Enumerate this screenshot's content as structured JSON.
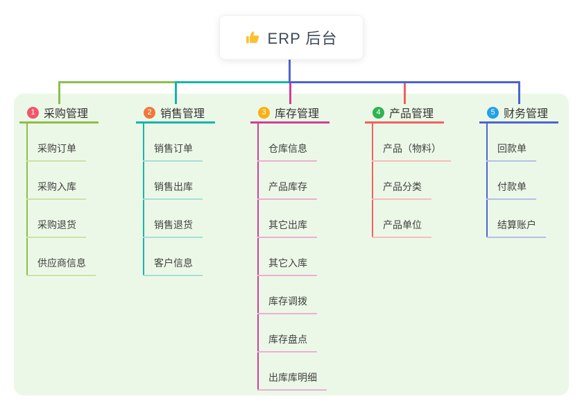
{
  "root": {
    "label": "ERP 后台",
    "icon": "thumbs-up"
  },
  "colors": {
    "panel_bg": "#ecf8e7",
    "root_stem": "#4f63d2",
    "header_text": "#333333",
    "child_text": "#404040"
  },
  "branches": [
    {
      "number": "1",
      "label": "采购管理",
      "color": "#8abf4a",
      "light_color": "#c9e3a6",
      "badge_color": "#f2566a",
      "children": [
        "采购订单",
        "采购入库",
        "采购退货",
        "供应商信息"
      ]
    },
    {
      "number": "2",
      "label": "销售管理",
      "color": "#16b3ab",
      "light_color": "#a5ded9",
      "badge_color": "#f0773b",
      "children": [
        "销售订单",
        "销售出库",
        "销售退货",
        "客户信息"
      ]
    },
    {
      "number": "3",
      "label": "库存管理",
      "color": "#ce3d96",
      "light_color": "#ecaed4",
      "badge_color": "#f9b016",
      "children": [
        "仓库信息",
        "产品库存",
        "其它出库",
        "其它入库",
        "库存调拨",
        "库存盘点",
        "出库库明细"
      ]
    },
    {
      "number": "4",
      "label": "产品管理",
      "color": "#f25f5f",
      "light_color": "#f8bcba",
      "badge_color": "#2db44f",
      "children": [
        "产品（物料）",
        "产品分类",
        "产品单位"
      ]
    },
    {
      "number": "5",
      "label": "财务管理",
      "color": "#4a63d6",
      "light_color": "#b3bfe9",
      "badge_color": "#23a0e8",
      "children": [
        "回款单",
        "付款单",
        "结算账户"
      ]
    }
  ]
}
